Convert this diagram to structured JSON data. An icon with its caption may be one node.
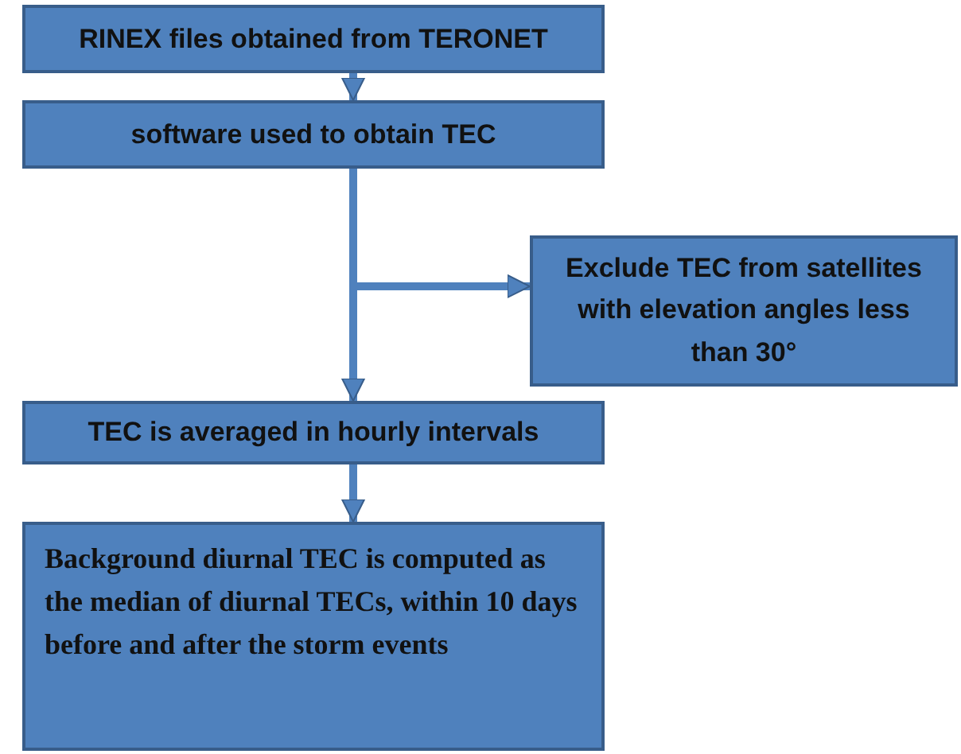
{
  "diagram": {
    "nodes": [
      {
        "text": [
          "RINEX files obtained from TERONET"
        ]
      },
      {
        "text": [
          "software used to obtain TEC"
        ]
      },
      {
        "text": [
          "Exclude TEC from satellites with elevation angles less than 30°"
        ]
      },
      {
        "text": [
          "TEC is averaged in hourly intervals"
        ]
      },
      {
        "text": [
          "Background diurnal TEC is computed as the median of diurnal TECs, within 10 days before and after the storm events"
        ]
      }
    ],
    "edges": [
      {
        "from": 0,
        "to": 1,
        "arrow": "to"
      },
      {
        "from": 1,
        "to": 2,
        "arrow": "to"
      },
      {
        "from": 1,
        "to": 3,
        "arrow": "to"
      },
      {
        "from": 3,
        "to": 4,
        "arrow": "to"
      }
    ]
  }
}
